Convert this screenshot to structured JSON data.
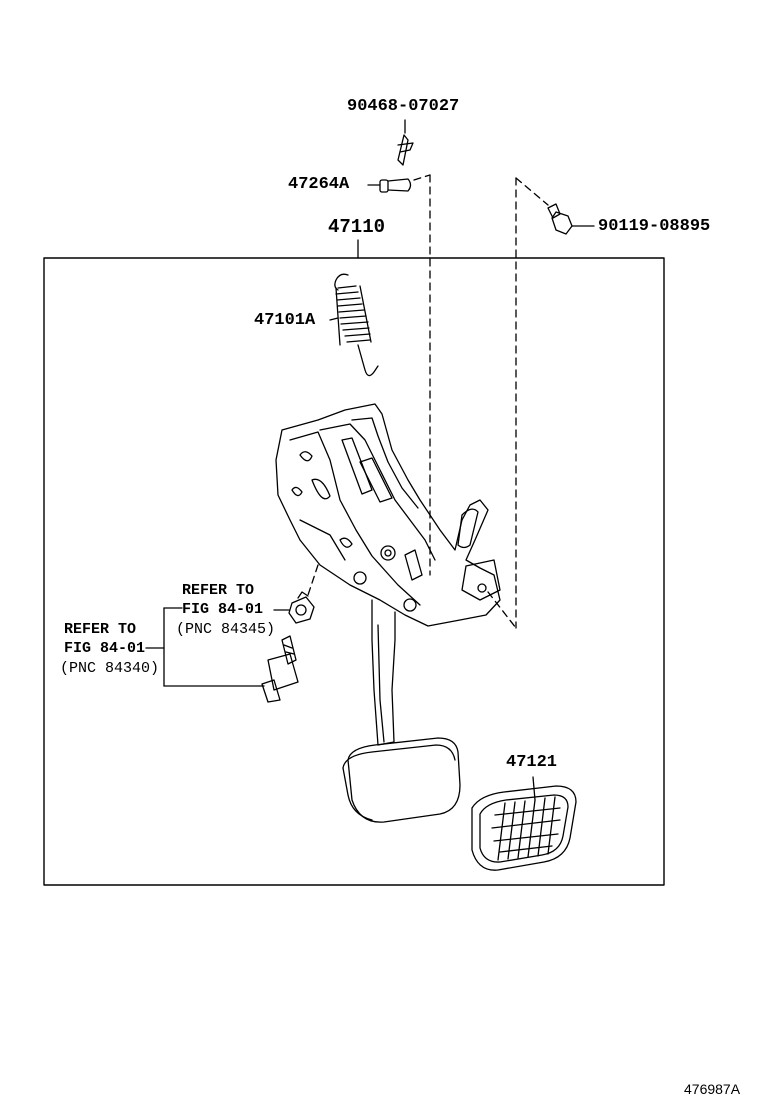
{
  "labels": {
    "clip": "90468-07027",
    "pin": "47264A",
    "bolt": "90119-08895",
    "assembly": "47110",
    "spring": "47101A",
    "pad": "47121",
    "ref_upper_line1": "REFER TO",
    "ref_upper_line2": "FIG 84-01",
    "ref_upper_pnc": "(PNC 84345)",
    "ref_lower_line1": "REFER TO",
    "ref_lower_line2": "FIG 84-01",
    "ref_lower_pnc": "(PNC 84340)",
    "figure_code": "476987A"
  },
  "colors": {
    "line": "#000000",
    "background": "#ffffff"
  }
}
